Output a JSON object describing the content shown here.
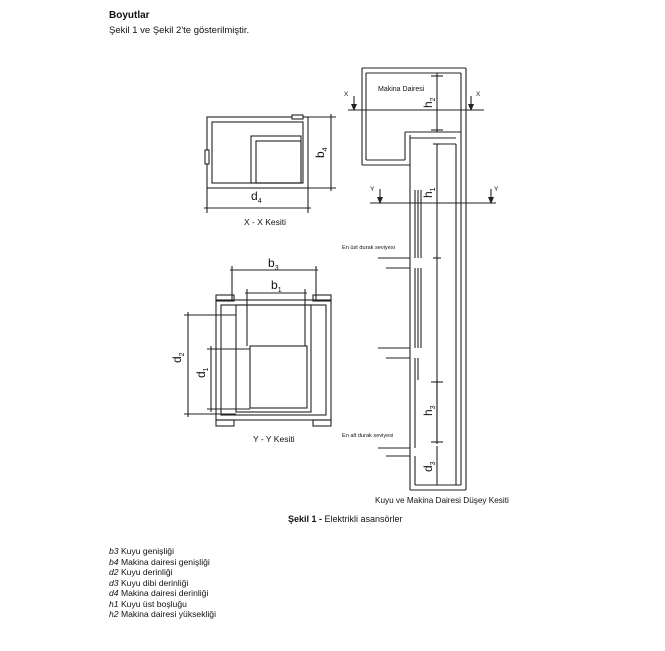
{
  "heading": {
    "title": "Boyutlar",
    "subtitle": "Şekil 1 ve Şekil 2'te gösterilmiştir."
  },
  "drawing": {
    "plan_xx": {
      "caption": "X - X Kesiti",
      "dim_d4_base": "d",
      "dim_d4_sub": "4",
      "dim_b4_base": "b",
      "dim_b4_sub": "4"
    },
    "plan_yy": {
      "caption": "Y - Y Kesiti",
      "dim_b3_base": "b",
      "dim_b3_sub": "3",
      "dim_b1_base": "b",
      "dim_b1_sub": "1",
      "dim_d2_base": "d",
      "dim_d2_sub": "2",
      "dim_d1_base": "d",
      "dim_d1_sub": "1"
    },
    "section": {
      "room_label": "Makina Dairesi",
      "x_mark": "X",
      "y_mark": "Y",
      "top_stop": "En üst durak seviyesi",
      "bottom_stop": "En alt durak seviyesi",
      "caption": "Kuyu ve Makina Dairesi Düşey Kesiti",
      "dim_h2_base": "h",
      "dim_h2_sub": "2",
      "dim_h1_base": "h",
      "dim_h1_sub": "1",
      "dim_h3_base": "h",
      "dim_h3_sub": "3",
      "dim_d3_base": "d",
      "dim_d3_sub": "3"
    }
  },
  "figure_caption": {
    "number": "Şekil 1 -",
    "text": " Elektrikli asansörler"
  },
  "legend": [
    {
      "symbol": "b3",
      "text": "Kuyu genişliği"
    },
    {
      "symbol": "b4",
      "text": "Makina dairesi genişliği"
    },
    {
      "symbol": "d2",
      "text": "Kuyu derinliği"
    },
    {
      "symbol": "d3",
      "text": "Kuyu dibi derinliği"
    },
    {
      "symbol": "d4",
      "text": "Makina dairesi derinliği"
    },
    {
      "symbol": "h1",
      "text": "Kuyu üst boşluğu"
    },
    {
      "symbol": "h2",
      "text": "Makina dairesi yüksekliği"
    }
  ]
}
